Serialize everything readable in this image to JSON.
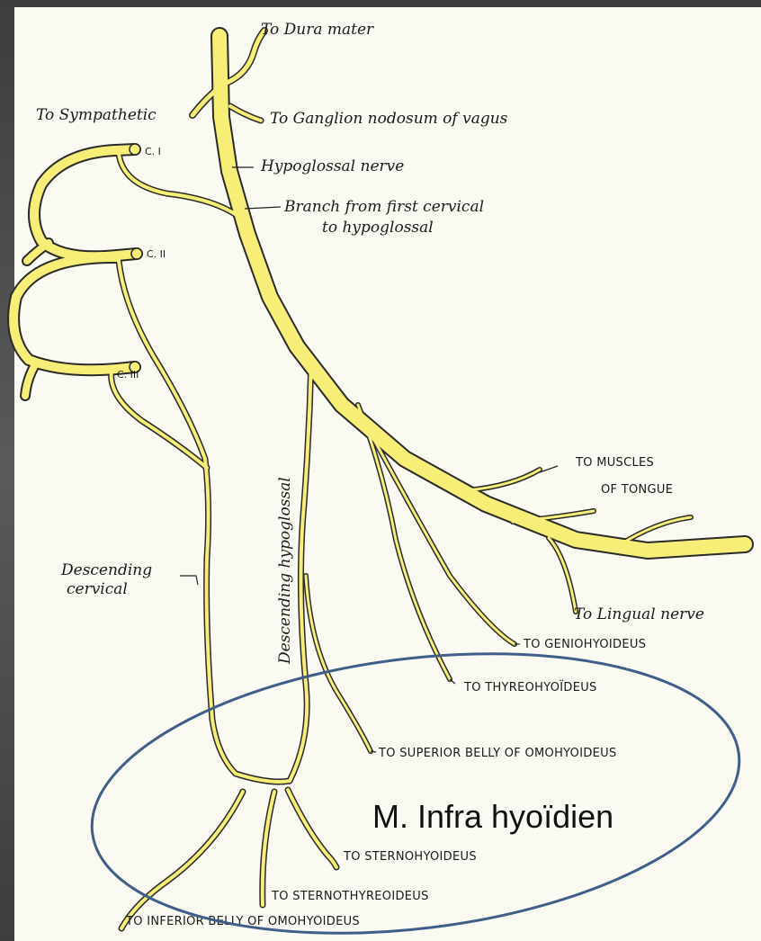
{
  "labels": {
    "dura_mater": "To Dura mater",
    "sympathetic": "To Sympathetic",
    "ganglion_nodosum": "To Ganglion nodosum of vagus",
    "hypoglossal_nerve": "Hypoglossal nerve",
    "branch_first_cervical_1": "Branch from first cervical",
    "branch_first_cervical_2": "to hypoglossal",
    "c1": "C. I",
    "c2": "C. II",
    "c3": "C. III",
    "descending_hypoglossal": "Descending hypoglossal",
    "descending_cervical_1": "Descending",
    "descending_cervical_2": "cervical",
    "muscles_tongue_1": "TO MUSCLES",
    "muscles_tongue_2": "OF TONGUE",
    "lingual_nerve": "To Lingual nerve",
    "geniohyoideus": "TO GENIOHYOIDEUS",
    "thyreohyoideus": "TO THYREOHYOÏDEUS",
    "superior_belly": "TO SUPERIOR BELLY OF OMOHYOIDEUS",
    "sternohyoideus": "TO STERNOHYOIDEUS",
    "sternothyreoideus": "TO STERNOTHYREOIDEUS",
    "inferior_belly": "TO INFERIOR BELLY OF OMOHYOIDEUS"
  },
  "annotation": {
    "text": "M. Infra hyoïdien",
    "ellipse_color": "#3f5f8a"
  },
  "colors": {
    "nerve_fill": "#f7ee78",
    "nerve_outline": "#2a2a2a",
    "paper": "#fbfaf2",
    "frame": "#4a4a4a"
  }
}
